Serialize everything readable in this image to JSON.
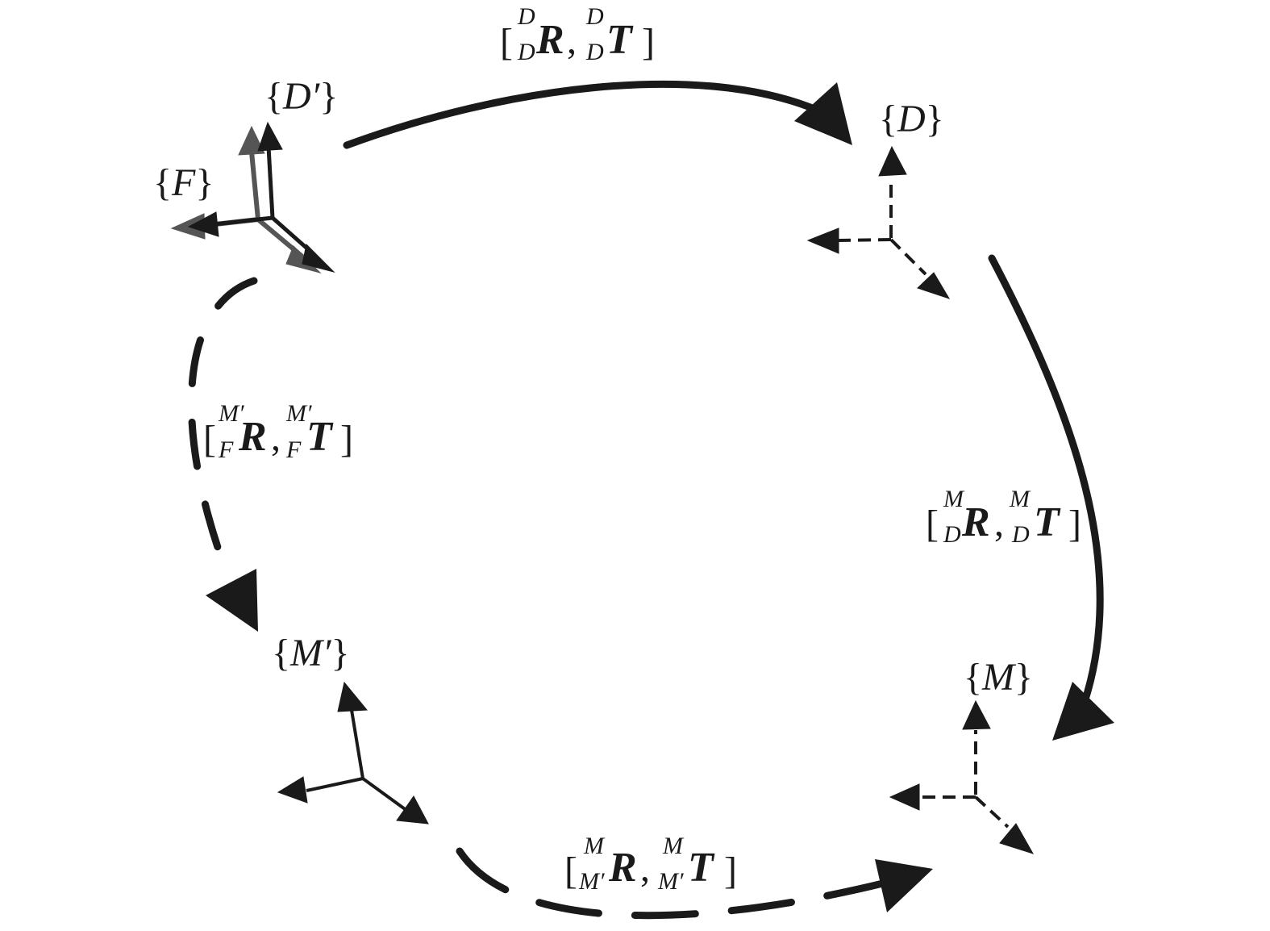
{
  "frames": {
    "d_prime": {
      "name": "D",
      "prime": "′"
    },
    "f": {
      "name": "F",
      "prime": ""
    },
    "d": {
      "name": "D",
      "prime": ""
    },
    "m_prime": {
      "name": "M",
      "prime": "′"
    },
    "m": {
      "name": "M",
      "prime": ""
    }
  },
  "transforms": {
    "top": {
      "rot": "R",
      "trans": "T",
      "sup": "D",
      "sub": "D"
    },
    "right": {
      "rot": "R",
      "trans": "T",
      "sup": "M",
      "sub": "D"
    },
    "left": {
      "rot": "R",
      "trans": "T",
      "sup": "M′",
      "sub": "F"
    },
    "bottom": {
      "rot": "R",
      "trans": "T",
      "sup": "M",
      "sub": "M′"
    }
  },
  "colors": {
    "ink": "#1a1a1a",
    "gray": "#555555"
  }
}
